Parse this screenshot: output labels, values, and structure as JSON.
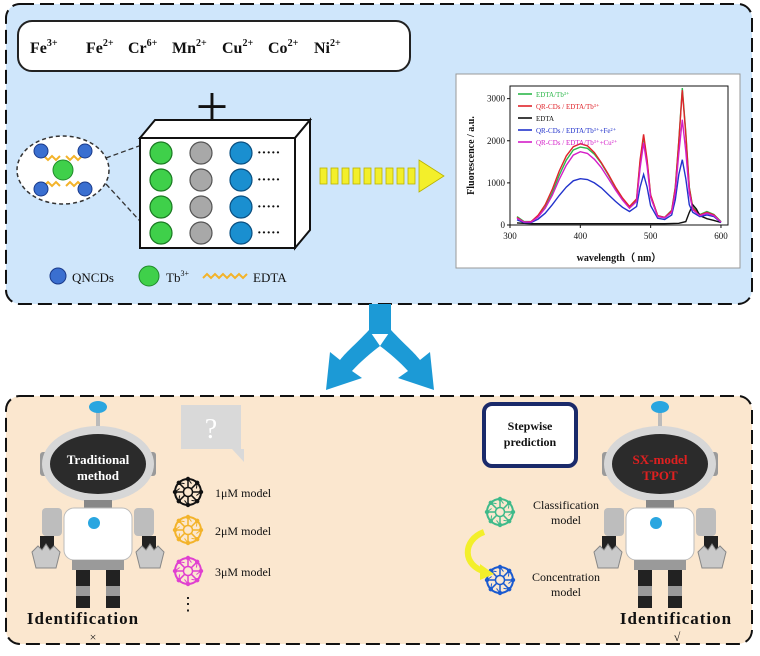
{
  "top_panel": {
    "ions": [
      {
        "base": "Fe",
        "charge": "3+"
      },
      {
        "base": "Fe",
        "charge": "2+"
      },
      {
        "base": "Cr",
        "charge": "6+"
      },
      {
        "base": "Mn",
        "charge": "2+"
      },
      {
        "base": "Cu",
        "charge": "2+"
      },
      {
        "base": "Co",
        "charge": "2+"
      },
      {
        "base": "Ni",
        "charge": "2+"
      }
    ],
    "plus_sign": "+",
    "well_dots": "·····",
    "legend": {
      "qncds": "QNCDs",
      "tb": "Tb",
      "tb_charge": "3+",
      "edta": "EDTA"
    }
  },
  "chart_data": {
    "type": "line",
    "xlabel": "wavelength（ nm）",
    "ylabel": "Fluorescence / a.u.",
    "xlim": [
      300,
      610
    ],
    "ylim": [
      0,
      3300
    ],
    "xticks": [
      300,
      400,
      500,
      600
    ],
    "yticks": [
      0,
      1000,
      2000,
      3000
    ],
    "grid": false,
    "legend_position": "top-left",
    "series": [
      {
        "name": "EDTA/Tb³⁺",
        "color": "#2db84b",
        "x": [
          310,
          320,
          330,
          340,
          350,
          360,
          370,
          380,
          390,
          400,
          410,
          420,
          430,
          440,
          450,
          460,
          470,
          480,
          485,
          490,
          495,
          500,
          510,
          520,
          530,
          535,
          540,
          545,
          550,
          555,
          560,
          570,
          580,
          590,
          600
        ],
        "y": [
          200,
          80,
          80,
          200,
          420,
          760,
          1180,
          1540,
          1780,
          1850,
          1820,
          1680,
          1460,
          1180,
          880,
          620,
          420,
          600,
          1500,
          2100,
          1500,
          700,
          220,
          180,
          350,
          900,
          2000,
          3250,
          2200,
          900,
          420,
          250,
          320,
          250,
          80
        ]
      },
      {
        "name": "QR-CDs / EDTA/Tb³⁺",
        "color": "#e0242b",
        "x": [
          310,
          320,
          330,
          340,
          350,
          360,
          370,
          380,
          390,
          400,
          410,
          420,
          430,
          440,
          450,
          460,
          470,
          480,
          485,
          490,
          495,
          500,
          510,
          520,
          530,
          535,
          540,
          545,
          550,
          555,
          560,
          570,
          580,
          590,
          600
        ],
        "y": [
          180,
          70,
          80,
          230,
          480,
          840,
          1280,
          1640,
          1860,
          1930,
          1880,
          1720,
          1480,
          1200,
          900,
          640,
          440,
          620,
          1550,
          2150,
          1550,
          720,
          220,
          180,
          340,
          880,
          1980,
          3200,
          2150,
          880,
          400,
          240,
          300,
          240,
          70
        ]
      },
      {
        "name": "EDTA",
        "color": "#111111",
        "x": [
          310,
          330,
          350,
          380,
          400,
          430,
          460,
          490,
          520,
          540,
          550,
          555,
          560,
          565,
          570,
          580,
          590,
          600
        ],
        "y": [
          50,
          30,
          30,
          30,
          30,
          30,
          30,
          30,
          30,
          40,
          80,
          300,
          480,
          380,
          220,
          150,
          110,
          60
        ]
      },
      {
        "name": "QR-CDs / EDTA/Tb³⁺+Fe²⁺",
        "color": "#2233cc",
        "x": [
          310,
          320,
          330,
          340,
          350,
          360,
          370,
          380,
          390,
          400,
          410,
          420,
          430,
          440,
          450,
          460,
          470,
          480,
          485,
          490,
          495,
          500,
          510,
          520,
          530,
          535,
          540,
          545,
          550,
          555,
          560,
          570,
          580,
          590,
          600
        ],
        "y": [
          120,
          60,
          60,
          140,
          280,
          480,
          700,
          900,
          1050,
          1100,
          1080,
          1000,
          880,
          720,
          560,
          420,
          320,
          440,
          900,
          1200,
          900,
          460,
          160,
          130,
          240,
          600,
          1200,
          1550,
          1100,
          480,
          300,
          200,
          240,
          200,
          60
        ]
      },
      {
        "name": "QR-CDs / EDTA/Tb³⁺+Cu²⁺",
        "color": "#d41ec8",
        "x": [
          310,
          320,
          330,
          340,
          350,
          360,
          370,
          380,
          390,
          400,
          410,
          420,
          430,
          440,
          450,
          460,
          470,
          480,
          485,
          490,
          495,
          500,
          510,
          520,
          530,
          535,
          540,
          545,
          550,
          555,
          560,
          570,
          580,
          590,
          600
        ],
        "y": [
          160,
          70,
          70,
          190,
          400,
          700,
          1080,
          1420,
          1660,
          1740,
          1700,
          1560,
          1360,
          1100,
          830,
          590,
          400,
          560,
          1350,
          1950,
          1400,
          660,
          200,
          170,
          300,
          780,
          1700,
          2500,
          1750,
          760,
          360,
          220,
          280,
          220,
          70
        ]
      }
    ]
  },
  "bottom_panel": {
    "left_robot_label": [
      "Traditional",
      "method"
    ],
    "question_mark": "?",
    "models": [
      "1μM model",
      "2μM model",
      "3μM model"
    ],
    "models_ellipsis": "⋮",
    "stepwise_box": [
      "Stepwise",
      "prediction"
    ],
    "classification": [
      "Classification",
      "model"
    ],
    "concentration": [
      "Concentration",
      "model"
    ],
    "right_robot_label": [
      "SX-model",
      "TPOT"
    ],
    "identification_left": "Identification",
    "identification_left_mark": "×",
    "identification_right": "Identification",
    "identification_right_mark": "√"
  },
  "colors": {
    "top_bg": "#cfe6fb",
    "bottom_bg": "#fbe7cf",
    "arrow_blue": "#1c9ad6",
    "yellow_arrow": "#f3ef2a",
    "green_circle": "#3fd04a",
    "grey_circle": "#a8a8a8",
    "blue_circle": "#1a8fd0",
    "head_dark": "#2b2b2b",
    "head_red_text": "#e02020"
  }
}
